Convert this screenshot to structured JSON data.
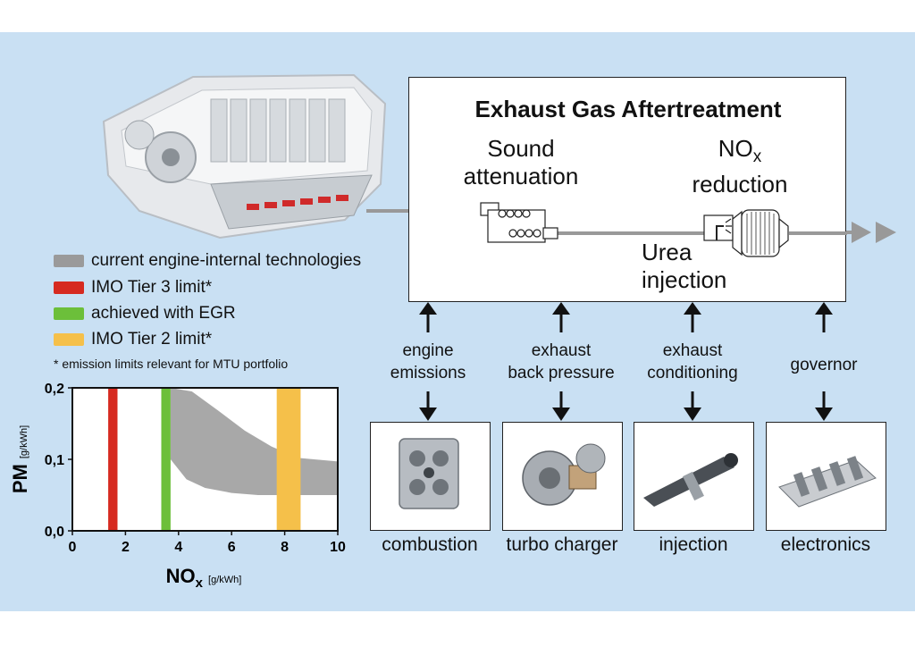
{
  "aftertreatment": {
    "title": "Exhaust Gas Aftertreatment",
    "sound_line1": "Sound",
    "sound_line2": "attenuation",
    "nox_main": "NO",
    "nox_sub": "x",
    "nox_line2": "reduction",
    "urea_line1": "Urea",
    "urea_line2": "injection"
  },
  "legend": [
    {
      "label": "current engine-internal technologies",
      "color": "#9a9a9a"
    },
    {
      "label": "IMO Tier 3 limit*",
      "color": "#d62a20"
    },
    {
      "label": "achieved with EGR",
      "color": "#6cbf3a"
    },
    {
      "label": "IMO Tier 2 limit*",
      "color": "#f5c04a"
    }
  ],
  "footnote": "* emission limits relevant for MTU portfolio",
  "interfaces": [
    {
      "line1": "engine",
      "line2": "emissions",
      "component": "combustion"
    },
    {
      "line1": "exhaust",
      "line2": "back pressure",
      "component": "turbo charger"
    },
    {
      "line1": "exhaust",
      "line2": "conditioning",
      "component": "injection"
    },
    {
      "line1": "governor",
      "line2": "",
      "component": "electronics"
    }
  ],
  "chart_data": {
    "type": "area",
    "xlabel": "NO",
    "xlabel_sub": "x",
    "xunit": "[g/kWh]",
    "ylabel": "PM",
    "yunit": "[g/kWh]",
    "xlim": [
      0,
      10
    ],
    "ylim": [
      0,
      0.2
    ],
    "xticks": [
      "0",
      "2",
      "4",
      "6",
      "8",
      "10"
    ],
    "yticks": [
      "0,0",
      "0,1",
      "0,2"
    ],
    "xtick_values": [
      0,
      2,
      4,
      6,
      8,
      10
    ],
    "ytick_values": [
      0,
      0.1,
      0.2
    ],
    "limit_bands": [
      {
        "from": 1.35,
        "to": 1.7,
        "color": "#d62a20"
      },
      {
        "from": 3.35,
        "to": 3.7,
        "color": "#6cbf3a"
      },
      {
        "from": 7.7,
        "to": 8.6,
        "color": "#f5c04a"
      }
    ],
    "tradeoff_band": {
      "upper": [
        [
          3.7,
          0.2
        ],
        [
          4.5,
          0.195
        ],
        [
          5.5,
          0.168
        ],
        [
          6.5,
          0.14
        ],
        [
          7.5,
          0.118
        ],
        [
          8.5,
          0.102
        ],
        [
          10,
          0.097
        ]
      ],
      "lower": [
        [
          3.7,
          0.1
        ],
        [
          4.3,
          0.072
        ],
        [
          5.0,
          0.06
        ],
        [
          6.0,
          0.053
        ],
        [
          7.0,
          0.05
        ],
        [
          8.5,
          0.05
        ],
        [
          10,
          0.05
        ]
      ],
      "color": "#a8a8a8"
    }
  }
}
